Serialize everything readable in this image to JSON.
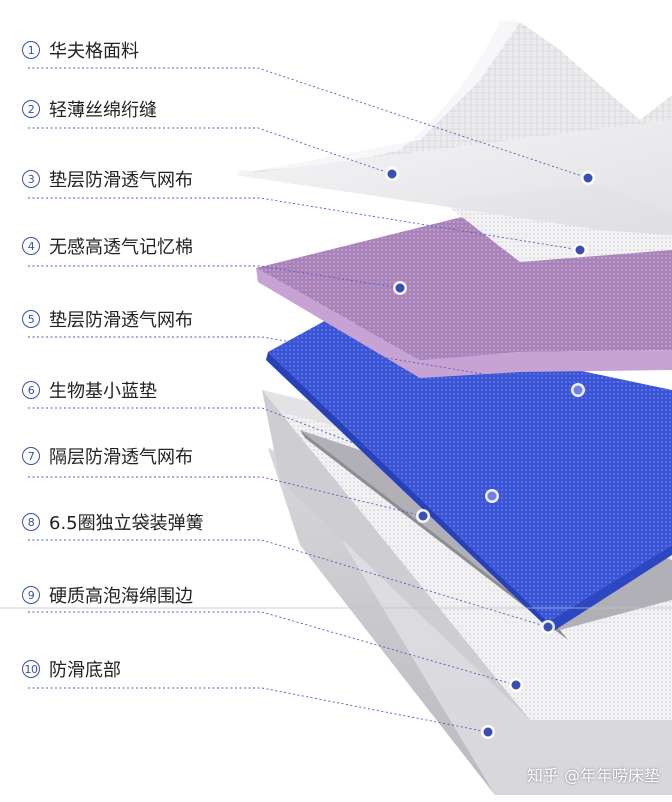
{
  "layers": [
    {
      "number": "1",
      "label": "华夫格面料"
    },
    {
      "number": "2",
      "label": "轻薄丝绵绗缝"
    },
    {
      "number": "3",
      "label": "垫层防滑透气网布"
    },
    {
      "number": "4",
      "label": "无感高透气记忆棉"
    },
    {
      "number": "5",
      "label": "垫层防滑透气网布"
    },
    {
      "number": "6",
      "label": "生物基小蓝垫"
    },
    {
      "number": "7",
      "label": "隔层防滑透气网布"
    },
    {
      "number": "8",
      "label": "6.5圈独立袋装弹簧"
    },
    {
      "number": "9",
      "label": "硬质高泡海绵围边"
    },
    {
      "number": "10",
      "label": "防滑底部"
    }
  ],
  "watermark": "知乎 @年年唠床垫",
  "colors": {
    "accent": "#3a4fb0",
    "purple": "#b58fc4",
    "blue": "#3b55d8",
    "fabric": "#e9e9eb"
  }
}
